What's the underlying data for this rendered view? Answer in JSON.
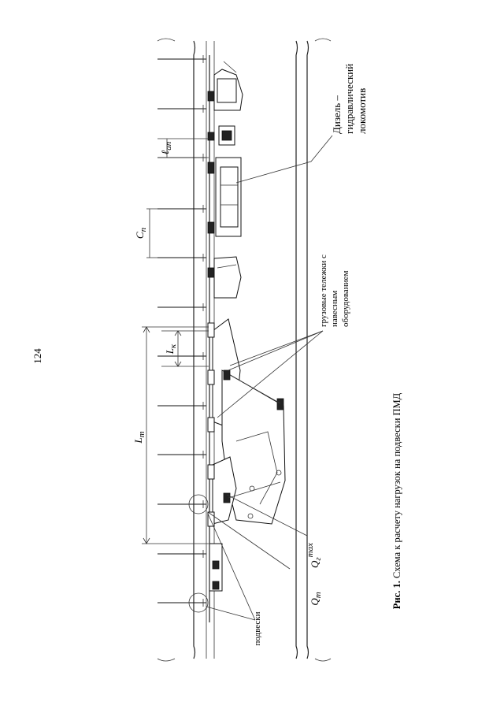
{
  "page": {
    "number": "124"
  },
  "caption": {
    "prefix": "Рис. 1.",
    "text": "Схема к расчету нагрузок на подвески ПМД"
  },
  "labels": {
    "loco_line1": "Дизель –",
    "loco_line2": "гидравлический",
    "loco_line3": "локомотив",
    "bogies_line1": "грузовые тележки с",
    "bogies_line2": "навесным",
    "bogies_line3": "оборудованием",
    "suspensions": "подвески",
    "dim_lan_main": "ℓ",
    "dim_lan_sub": "ап",
    "dim_cp_main": "C",
    "dim_cp_sub": "п",
    "dim_lk_main": "L",
    "dim_lk_sub": "к",
    "dim_lt_main": "L",
    "dim_lt_sub": "т",
    "load_qgmax_main": "Q",
    "load_qgmax_sub": "г",
    "load_qgmax_sup": "max",
    "load_qt_main": "Q",
    "load_qt_sub": "т"
  }
}
